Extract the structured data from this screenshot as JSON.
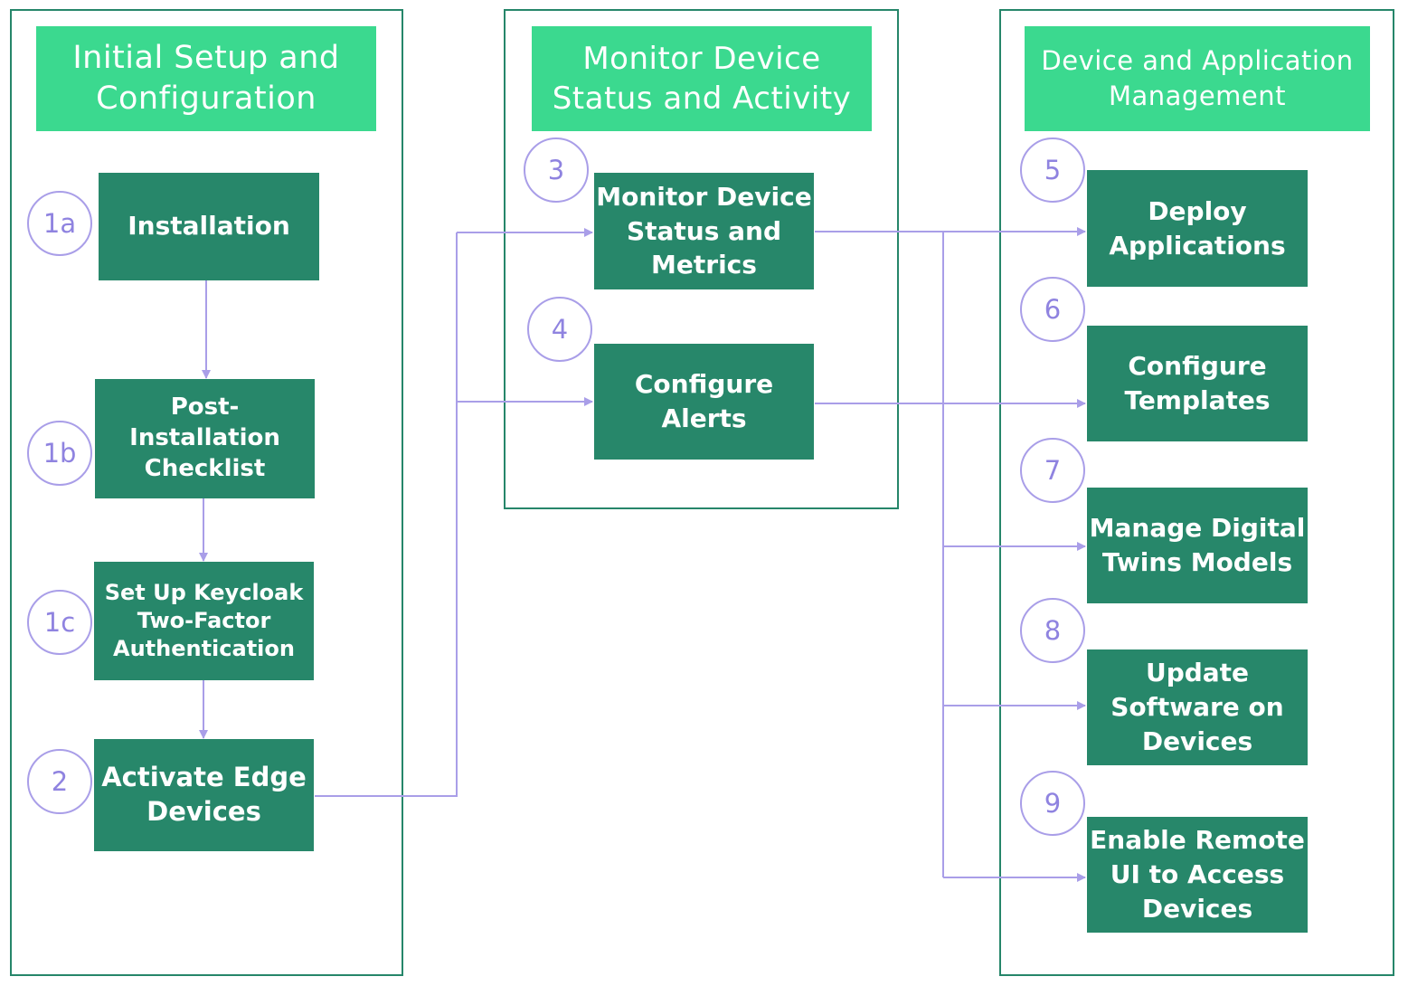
{
  "columns": [
    {
      "id": "setup",
      "title": "Initial Setup and Configuration"
    },
    {
      "id": "monitor",
      "title": "Monitor Device Status and Activity"
    },
    {
      "id": "manage",
      "title": "Device and Application Management"
    }
  ],
  "steps": [
    {
      "badge": "1a",
      "label": "Installation"
    },
    {
      "badge": "1b",
      "label": "Post-Installation Checklist"
    },
    {
      "badge": "1c",
      "label": "Set Up Keycloak Two-Factor Authentication"
    },
    {
      "badge": "2",
      "label": "Activate Edge Devices"
    },
    {
      "badge": "3",
      "label": "Monitor Device Status and Metrics"
    },
    {
      "badge": "4",
      "label": "Configure Alerts"
    },
    {
      "badge": "5",
      "label": "Deploy Applications"
    },
    {
      "badge": "6",
      "label": "Configure Templates"
    },
    {
      "badge": "7",
      "label": "Manage Digital Twins Models"
    },
    {
      "badge": "8",
      "label": "Update Software on Devices"
    },
    {
      "badge": "9",
      "label": "Enable Remote UI to Access Devices"
    }
  ],
  "colors": {
    "panel_border": "#26866a",
    "header_fill": "#3bd98f",
    "box_fill": "#27876a",
    "badge_border": "#a99ee8",
    "badge_text": "#8f83e0",
    "connector": "#a99ee8"
  }
}
